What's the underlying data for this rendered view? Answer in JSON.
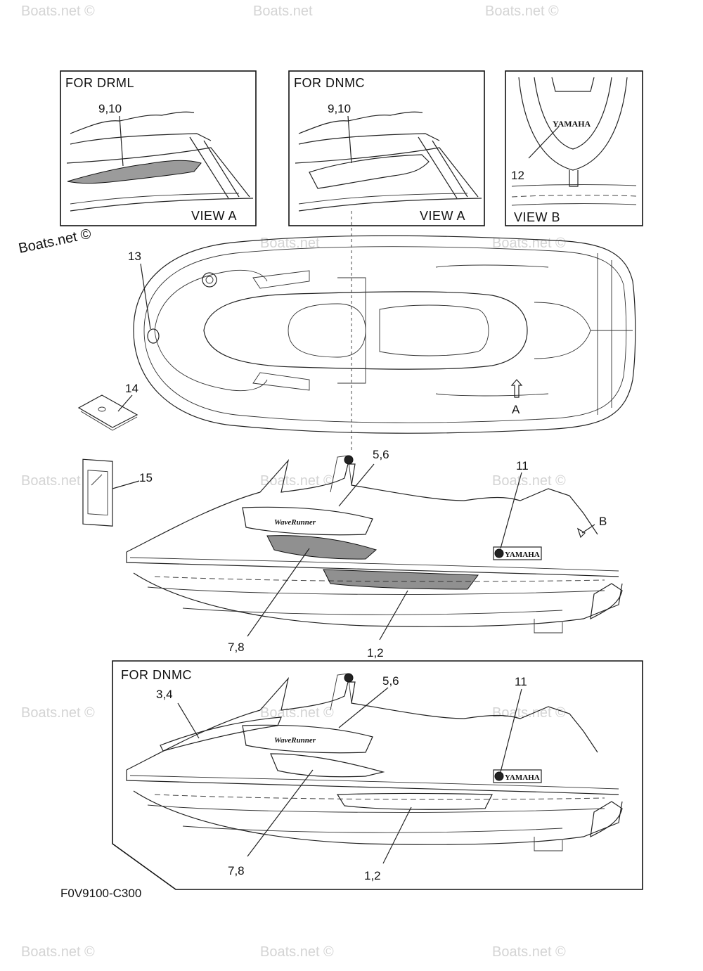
{
  "watermarks": [
    "Boats.net ©",
    "Boats.net",
    "Boats.net ©"
  ],
  "watermark_main": "Boats.net ©",
  "inset_drml": {
    "title": "FOR DRML",
    "callout": "9,10",
    "view": "VIEW A"
  },
  "inset_dnmc": {
    "title": "FOR DNMC",
    "callout": "9,10",
    "view": "VIEW A"
  },
  "inset_viewb": {
    "callout": "12",
    "view": "VIEW B",
    "brand": "YAMAHA"
  },
  "top_view": {
    "callout_13": "13",
    "arrow_label": "A"
  },
  "parts": {
    "callout_14": "14",
    "callout_15": "15"
  },
  "side_main": {
    "callout_56": "5,6",
    "callout_11": "11",
    "callout_78": "7,8",
    "callout_12": "1,2",
    "arrow_label": "B",
    "brand": "YAMAHA",
    "decal_text": "WaveRunner"
  },
  "side_dnmc": {
    "title": "FOR DNMC",
    "callout_34": "3,4",
    "callout_56": "5,6",
    "callout_11": "11",
    "callout_78": "7,8",
    "callout_12": "1,2",
    "brand": "YAMAHA",
    "decal_text": "WaveRunner"
  },
  "figure_code": "F0V9100-C300"
}
